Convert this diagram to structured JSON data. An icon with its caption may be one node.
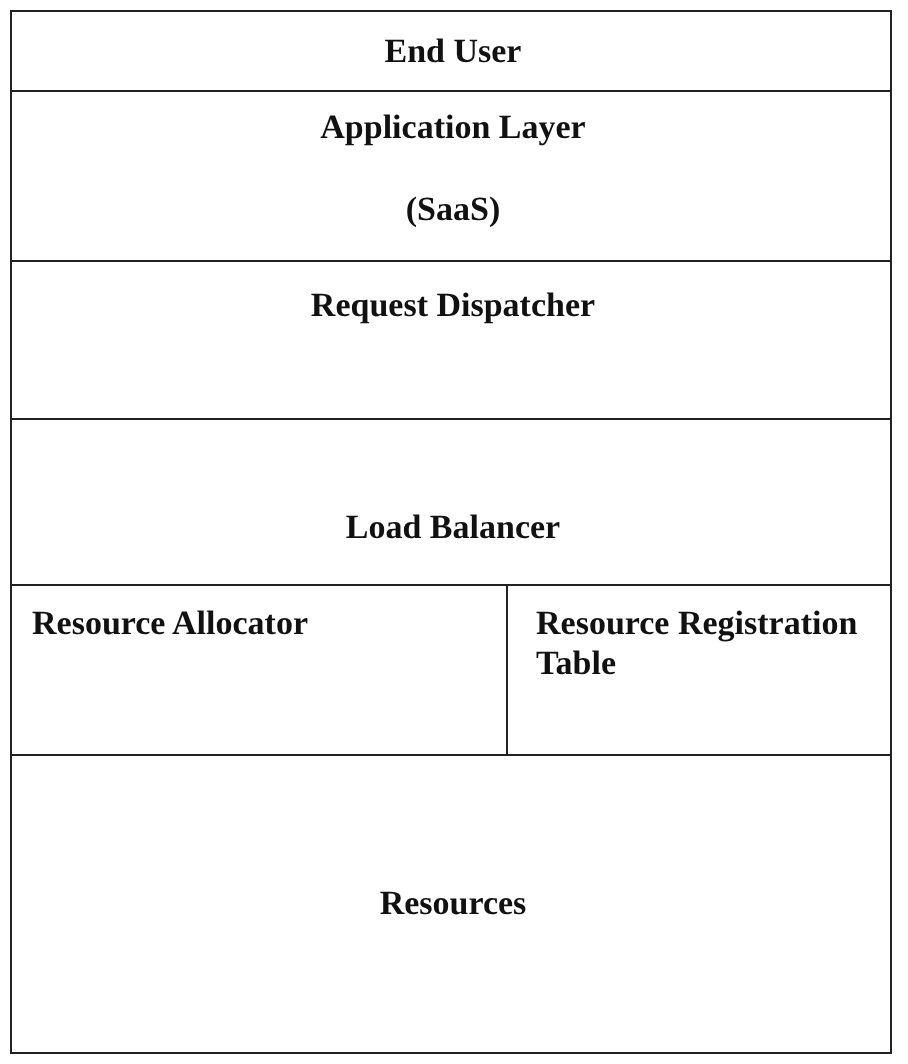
{
  "diagram": {
    "nodes": [
      {
        "text": [
          "End User"
        ]
      },
      {
        "text": [
          "Application Layer",
          "(SaaS)"
        ]
      },
      {
        "text": [
          "Request Dispatcher"
        ]
      },
      {
        "text": [
          "Load Balancer"
        ]
      },
      {
        "text": [
          "Resource Allocator"
        ]
      },
      {
        "text": [
          "Resource Registration Table"
        ]
      },
      {
        "text": [
          "Resources"
        ]
      }
    ]
  }
}
